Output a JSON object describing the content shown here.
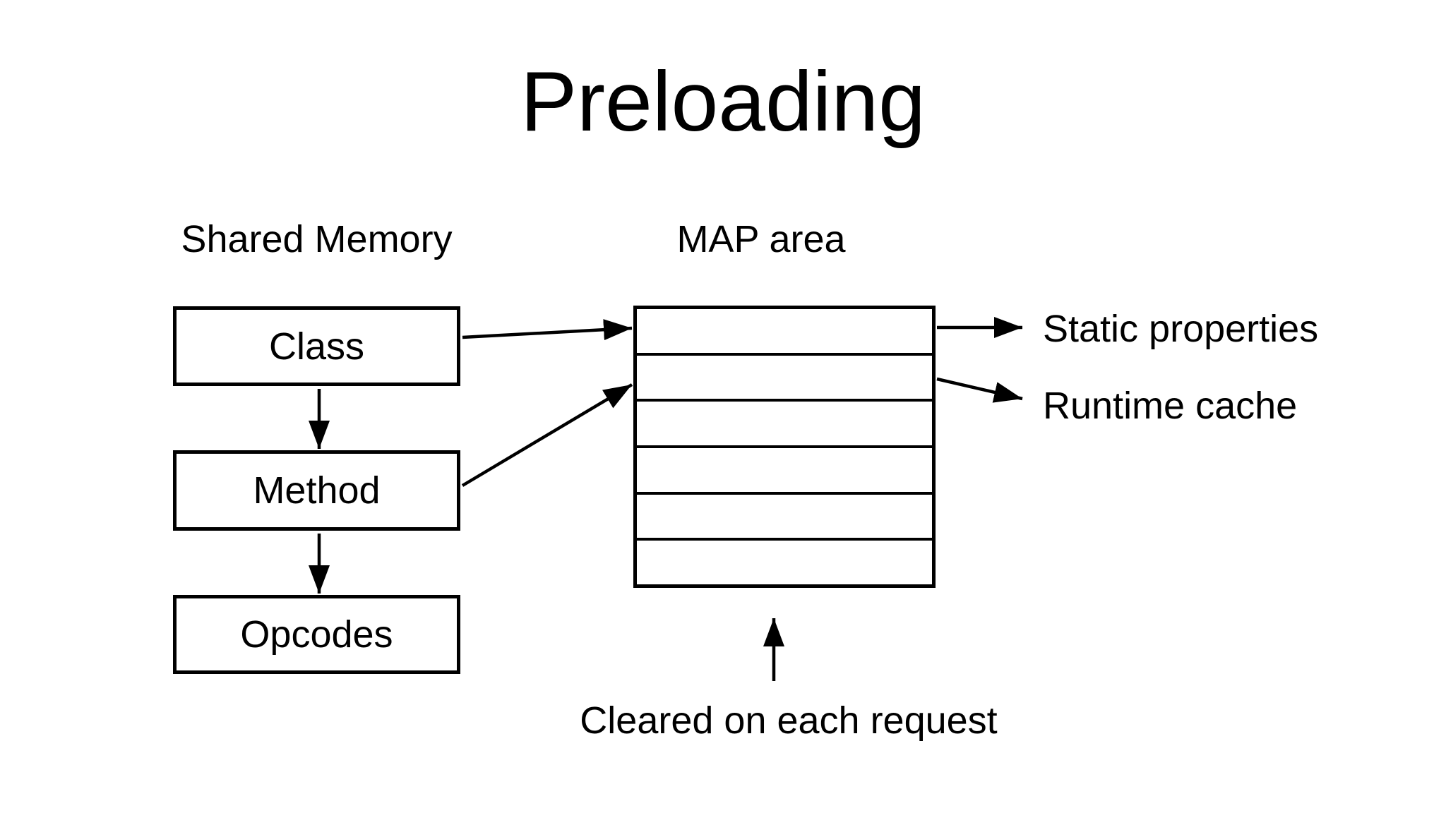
{
  "slide": {
    "title": "Preloading",
    "background_color": "#ffffff",
    "ink_color": "#000000"
  },
  "shared_memory": {
    "heading": "Shared Memory",
    "boxes": [
      {
        "label": "Class"
      },
      {
        "label": "Method"
      },
      {
        "label": "Opcodes"
      }
    ]
  },
  "map_area": {
    "heading": "MAP area",
    "row_count": 6
  },
  "outputs": [
    {
      "label": "Static properties"
    },
    {
      "label": "Runtime cache"
    }
  ],
  "note": {
    "text": "Cleared on each request"
  },
  "connections": [
    {
      "from": "Class",
      "to": "Method"
    },
    {
      "from": "Method",
      "to": "Opcodes"
    },
    {
      "from": "Class",
      "to": "MAP area"
    },
    {
      "from": "Method",
      "to": "MAP area"
    },
    {
      "from": "MAP area",
      "to": "Static properties"
    },
    {
      "from": "MAP area",
      "to": "Runtime cache"
    },
    {
      "from": "Cleared on each request",
      "to": "MAP area"
    }
  ]
}
